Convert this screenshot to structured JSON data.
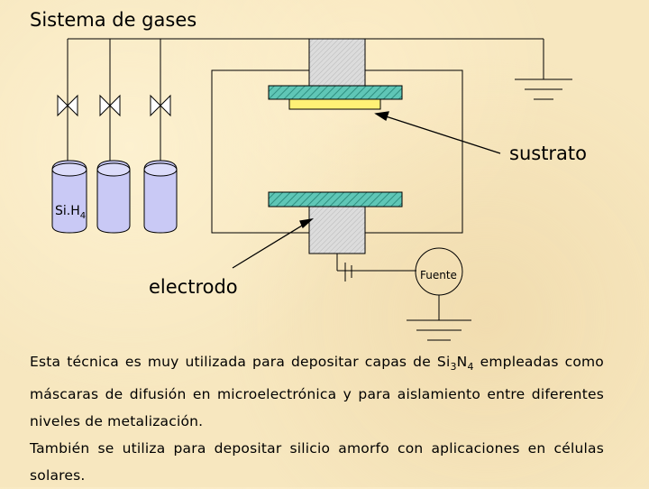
{
  "title": "Sistema de gases",
  "labels": {
    "sustrato": "sustrato",
    "electrodo": "electrodo",
    "gas_prefix": "Si.H",
    "gas_sub": "4",
    "fuente": "Fuente"
  },
  "paragraph1": {
    "part1": "Esta técnica es muy utilizada para depositar capas de Si",
    "sub1": "3",
    "part2": "N",
    "sub2": "4",
    "part3": " empleadas como máscaras de difusión en microelectrónica y para aislamiento entre diferentes niveles de metalización."
  },
  "paragraph2": "También se utiliza para depositar silicio amorfo con aplicaciones en células solares.",
  "colors": {
    "background": "#f7e7bf",
    "cylinder": "#c9c9f5",
    "electrode_hatch": "#5fc6b6",
    "substrate": "#fff176",
    "block": "#d8d8d8"
  }
}
